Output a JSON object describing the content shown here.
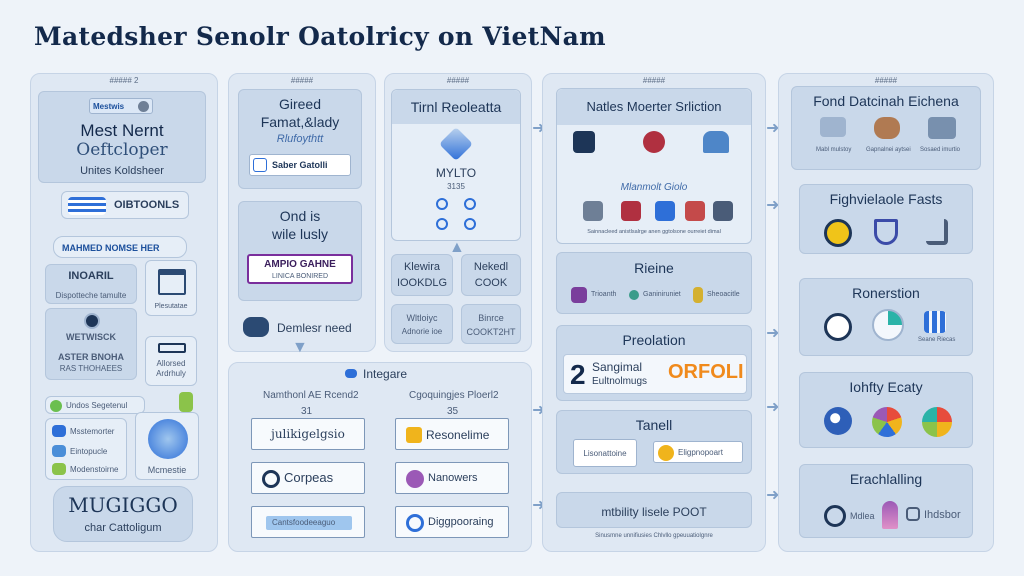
{
  "title": "Matedsher Senolr Oatolricy on VietNam",
  "columns": {
    "c1": {
      "label": "##### 2",
      "logo_text": "Mestwis",
      "main_title": "Mest Nernt",
      "main_sub": "Oeftcloper",
      "main_small": "Unites Koldsheer",
      "banner_text": "OIBTOONLS",
      "section_band": "MAHMED NOMSE HER",
      "inroarl_label": "INOARIL",
      "inroarl_sub": "Dispotteche tamulte",
      "tower_label": "Plesutatae",
      "wetwick_label": "WETWISCK",
      "aster_label": "ASTER BNOHA",
      "aster_sub": "RAS THOHAEES",
      "alloy_label": "Allorsed Ardrhuly",
      "stats_label": "Undos Segetenul",
      "blocks_label": "Msstemorter",
      "row_a": "Eintopucle",
      "row_b": "Modenstoirne",
      "shield_label": "Mcmestie",
      "footer_big": "MUGIGGO",
      "footer_small": "char Cattoligum"
    },
    "c2": {
      "label": "#####",
      "card1_l1": "Gireed",
      "card1_l2": "Famat,&lady",
      "card1_l3": "Rlufoythtt",
      "chip_text": "Saber Gatolli",
      "card2_l1": "Ond is",
      "card2_l2": "wile lusly",
      "stamp_l1": "AMPIO GAHNE",
      "stamp_l2": "LINICA BONIRED",
      "footer": "Demlesr need"
    },
    "c3": {
      "label": "#####",
      "card_title": "Tirnl Reoleatta",
      "code_l1": "MYLTO",
      "code_l2": "3135",
      "left_l1": "Klewira",
      "left_l2": "IOOKDLG",
      "right_l1": "Nekedl",
      "right_l2": "COOK",
      "blue_l1": "Wltloiyc",
      "blue_l2": "Adnorie ioe",
      "blue2_l1": "Binrce",
      "blue2_l2": "COOKT2HT"
    },
    "integ": {
      "title": "Integare",
      "col1_head": "Namthonl AE Rcend2",
      "col1_num": "31",
      "col2_head": "Cgoquingjes Ploerl2",
      "col2_num": "35",
      "left_items": [
        "julikigelgsio",
        "Corpeas",
        "Cantsfoodeeaguo"
      ],
      "right_items": [
        "Resonelime",
        "Nanowers",
        "Diggpooraing"
      ]
    },
    "c4": {
      "label": "#####",
      "card1_title": "Natles Moerter Srliction",
      "card1_logo": "Mlanmolt Giolo",
      "card1_caption": "Sainnacleed anistlsalrge anen ggtolsone ourreiet dimal",
      "riene_title": "Rieine",
      "riene_items": [
        "Trioanth",
        "Ganiniruniet",
        "Sheoacitle"
      ],
      "pred_title": "Preolation",
      "pred_big": "2",
      "pred_l1": "Sangimal",
      "pred_l2": "Eultnolmugs",
      "pred_logo": "ORFOLI",
      "tanell_title": "Tanell",
      "tanell_left": "Lisonattoine",
      "tanell_right": "Eligpnopoart",
      "footer_title": "mtbility lisele POOT",
      "footer_sub": "Sinusmne unnifiusies  Chlvllo gpeuuatiolgnre"
    },
    "c5": {
      "label": "#####",
      "card1_title": "Fond Datcinah Eichena",
      "card1_caps": [
        "Mabl mulstoy",
        "Gapnalnei aytsei",
        "Sosaed imurtio"
      ],
      "card2_title": "Fighvielaole Fasts",
      "card3_title": "Ronerstion",
      "card3_cap": "Seane Riecas",
      "card4_title": "Iohfty Ecaty",
      "card5_title": "Erachlalling",
      "card5_l1": "Mdlea",
      "card5_l2": "Ihdsbor"
    }
  },
  "colors": {
    "accent": "#2e6fd8",
    "navy": "#13294b",
    "orange": "#f08a1c",
    "panel": "#dfe8f3",
    "card": "#c9d8ea"
  }
}
